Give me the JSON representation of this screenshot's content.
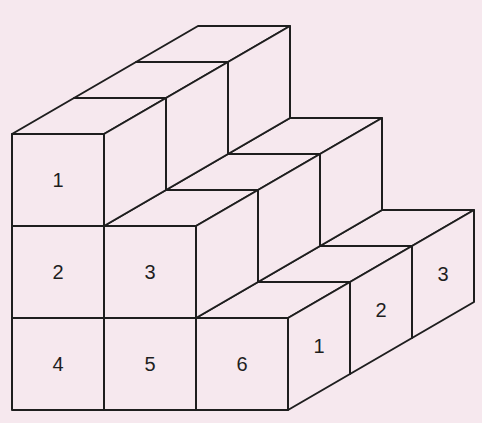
{
  "diagram": {
    "labels": [
      "1",
      "2",
      "3",
      "4",
      "5",
      "6",
      "1",
      "2",
      "3"
    ]
  }
}
